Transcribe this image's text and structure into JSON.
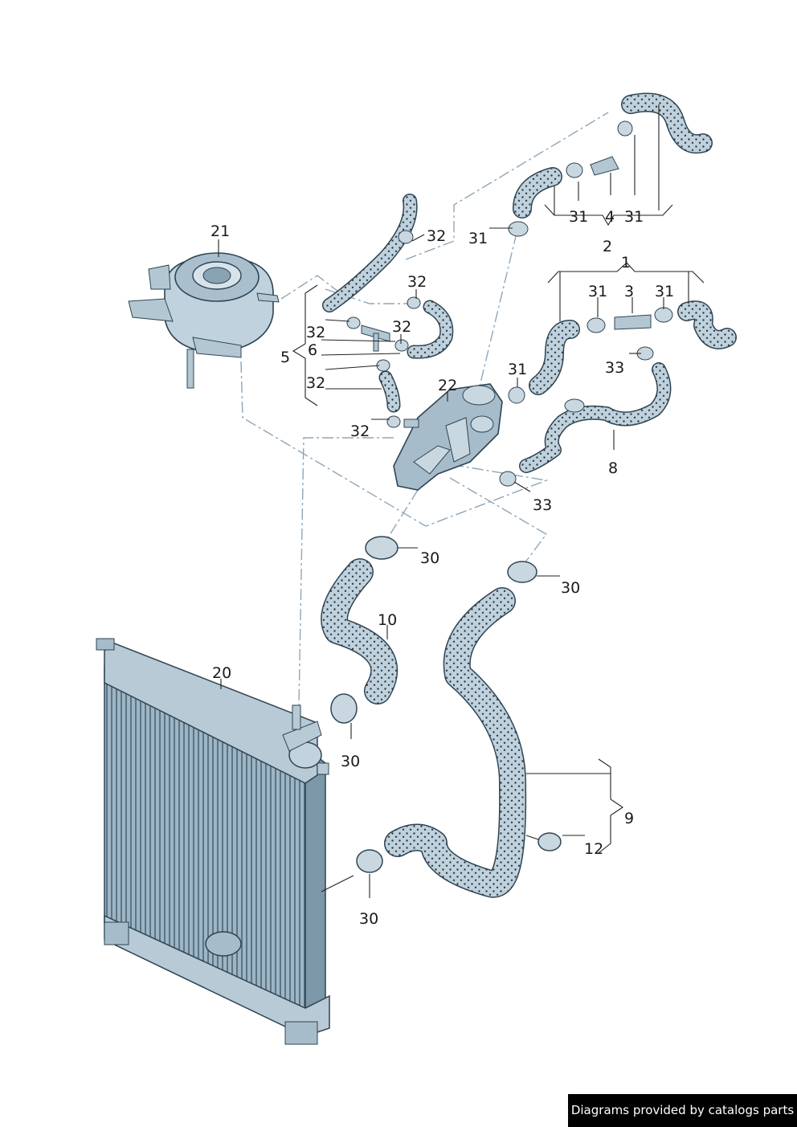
{
  "callouts": [
    {
      "id": "c21",
      "text": "21"
    },
    {
      "id": "c32a",
      "text": "32"
    },
    {
      "id": "c32b",
      "text": "32"
    },
    {
      "id": "c32c",
      "text": "32"
    },
    {
      "id": "c32d",
      "text": "32"
    },
    {
      "id": "c32e",
      "text": "32"
    },
    {
      "id": "c32f",
      "text": "32"
    },
    {
      "id": "c5",
      "text": "5"
    },
    {
      "id": "c6",
      "text": "6"
    },
    {
      "id": "c22",
      "text": "22"
    },
    {
      "id": "c31a",
      "text": "31"
    },
    {
      "id": "c31b",
      "text": "31"
    },
    {
      "id": "c31c",
      "text": "31"
    },
    {
      "id": "c31d",
      "text": "31"
    },
    {
      "id": "c31e",
      "text": "31"
    },
    {
      "id": "c31f",
      "text": "31"
    },
    {
      "id": "c4",
      "text": "4"
    },
    {
      "id": "c2",
      "text": "2"
    },
    {
      "id": "c1",
      "text": "1"
    },
    {
      "id": "c3",
      "text": "3"
    },
    {
      "id": "c33a",
      "text": "33"
    },
    {
      "id": "c33b",
      "text": "33"
    },
    {
      "id": "c8",
      "text": "8"
    },
    {
      "id": "c30a",
      "text": "30"
    },
    {
      "id": "c30b",
      "text": "30"
    },
    {
      "id": "c30c",
      "text": "30"
    },
    {
      "id": "c30d",
      "text": "30"
    },
    {
      "id": "c10",
      "text": "10"
    },
    {
      "id": "c20",
      "text": "20"
    },
    {
      "id": "c9",
      "text": "9"
    },
    {
      "id": "c12",
      "text": "12"
    }
  ],
  "footer": {
    "text": "Diagrams provided by catalogs parts"
  },
  "colors": {
    "part_fill": "#b9cdd8",
    "part_dark": "#5f7d8f",
    "hose_dots": "#2c3a44",
    "dash_line": "#8fa6b8",
    "footer_bg": "#000000"
  }
}
